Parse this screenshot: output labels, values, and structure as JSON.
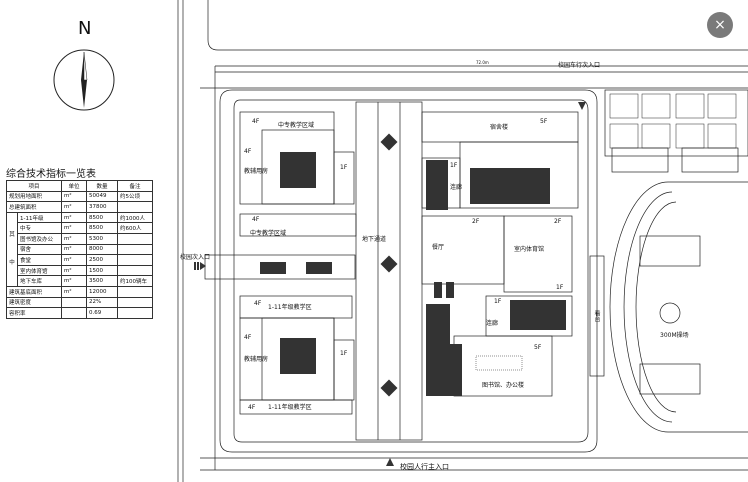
{
  "north": {
    "label": "N"
  },
  "table": {
    "title": "综合技术指标一览表",
    "headers": [
      "项目",
      "单位",
      "数量",
      "备注"
    ],
    "rows": [
      {
        "group": "",
        "sub": "",
        "name": "规划用地面积",
        "unit": "m²",
        "qty": "50049",
        "note": "约5公顷"
      },
      {
        "group": "",
        "sub": "",
        "name": "总建筑面积",
        "unit": "m²",
        "qty": "37800",
        "note": ""
      },
      {
        "group": "",
        "sub": "",
        "name": "1-11年级",
        "unit": "m²",
        "qty": "8500",
        "note": "约1000人"
      },
      {
        "group": "其",
        "sub": "",
        "name": "中专",
        "unit": "m²",
        "qty": "8500",
        "note": "约600人"
      },
      {
        "group": "",
        "sub": "",
        "name": "图书馆及办公",
        "unit": "m²",
        "qty": "5300",
        "note": ""
      },
      {
        "group": "",
        "sub": "",
        "name": "宿舍",
        "unit": "m²",
        "qty": "8000",
        "note": ""
      },
      {
        "group": "中",
        "sub": "",
        "name": "食堂",
        "unit": "m²",
        "qty": "2500",
        "note": ""
      },
      {
        "group": "",
        "sub": "",
        "name": "室内体育馆",
        "unit": "m²",
        "qty": "1500",
        "note": ""
      },
      {
        "group": "",
        "sub": "",
        "name": "地下车库",
        "unit": "m²",
        "qty": "3500",
        "note": "约100辆车"
      },
      {
        "group": "",
        "sub": "",
        "name": "建筑基底面积",
        "unit": "m²",
        "qty": "12000",
        "note": ""
      },
      {
        "group": "",
        "sub": "",
        "name": "建筑密度",
        "unit": "",
        "qty": "22%",
        "note": ""
      },
      {
        "group": "",
        "sub": "",
        "name": "容积率",
        "unit": "",
        "qty": "0.69",
        "note": ""
      }
    ]
  },
  "labels": {
    "vehicle_entrance": "校园车行次入口",
    "secondary_entrance": "校园次入口",
    "main_entrance": "校园人行主入口",
    "zone_zhongzhuan_top": "中专教学区域",
    "zone_zhongzhuan_mid": "中专教学区域",
    "zone_grade_top": "1-11年级教学区",
    "zone_grade_bottom": "1-11年级教学区",
    "teaching_1": "教辅用房",
    "teaching_2": "教辅用房",
    "dorm": "宿舍楼",
    "canteen": "餐厅",
    "gym": "室内体育馆",
    "library": "图书馆、办公楼",
    "tunnel": "地下通道",
    "corridor_1": "连廊",
    "corridor_2": "连廊",
    "stage": "看台",
    "track": "300M操场",
    "floor_4f": "4F",
    "floor_1f": "1F",
    "floor_2f": "2F",
    "floor_5f": "5F",
    "dim_a": "72.0m"
  },
  "toolbar": {
    "close_icon": "×"
  }
}
